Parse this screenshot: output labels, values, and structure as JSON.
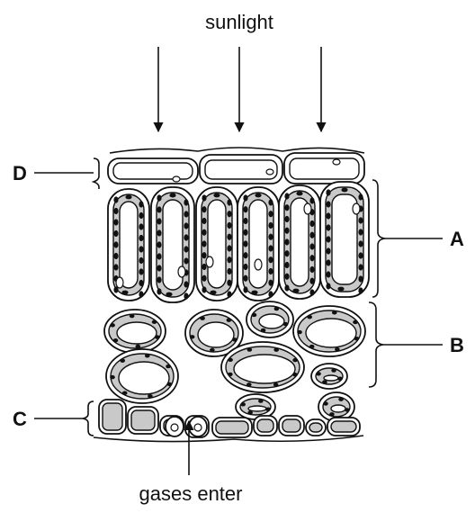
{
  "labels": {
    "top": "sunlight",
    "bottom": "gases enter",
    "A": "A",
    "B": "B",
    "C": "C",
    "D": "D"
  },
  "colors": {
    "ink": "#111111",
    "cytoplasm": "#c9c9c9",
    "background": "#ffffff"
  }
}
